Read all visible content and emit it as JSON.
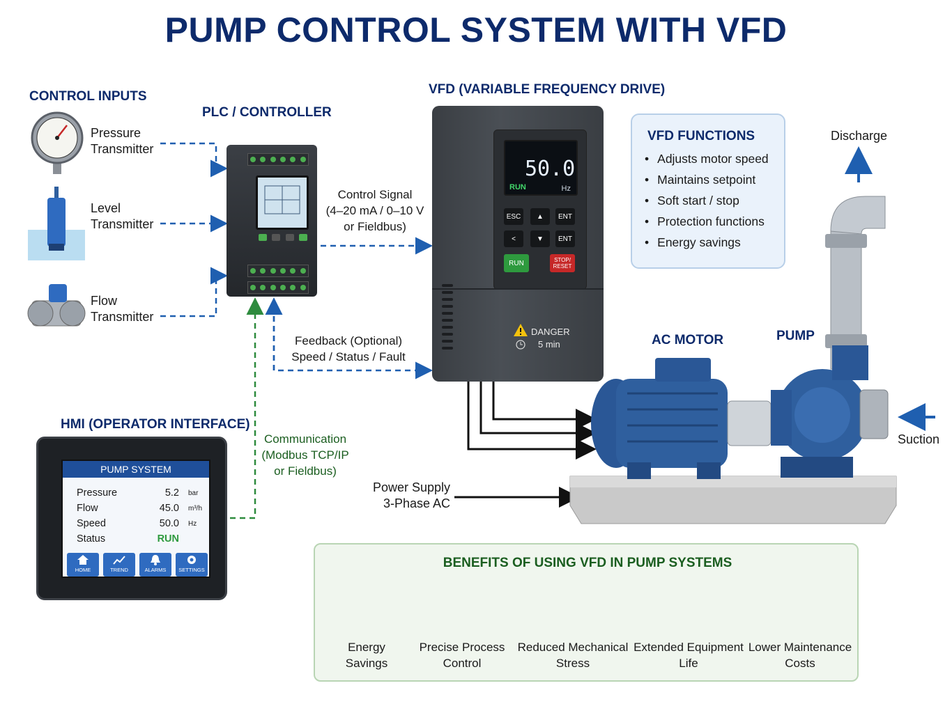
{
  "title": "PUMP CONTROL SYSTEM WITH VFD",
  "sections": {
    "control_inputs": "CONTROL INPUTS",
    "plc": "PLC / CONTROLLER",
    "vfd": "VFD (VARIABLE FREQUENCY DRIVE)",
    "hmi": "HMI (OPERATOR INTERFACE)",
    "ac_motor": "AC MOTOR",
    "pump": "PUMP"
  },
  "inputs": [
    {
      "line1": "Pressure",
      "line2": "Transmitter"
    },
    {
      "line1": "Level",
      "line2": "Transmitter"
    },
    {
      "line1": "Flow",
      "line2": "Transmitter"
    }
  ],
  "signals": {
    "control": [
      "Control Signal",
      "(4–20 mA / 0–10 V",
      "or Fieldbus)"
    ],
    "feedback": [
      "Feedback (Optional)",
      "Speed / Status / Fault"
    ],
    "communication": [
      "Communication",
      "(Modbus TCP/IP",
      "or Fieldbus)"
    ],
    "power": [
      "Power Supply",
      "3-Phase AC"
    ],
    "discharge": "Discharge",
    "suction": "Suction"
  },
  "vfd_display": {
    "value": "50.0",
    "run": "RUN",
    "unit": "Hz",
    "keys": [
      "ESC",
      "ENT",
      "ENT"
    ],
    "run_button": "RUN",
    "stop_button": [
      "STOP/",
      "RESET"
    ],
    "danger": [
      "DANGER",
      "5 min"
    ]
  },
  "vfd_functions": {
    "title": "VFD FUNCTIONS",
    "items": [
      "Adjusts motor speed",
      "Maintains setpoint",
      "Soft start / stop",
      "Protection functions",
      "Energy savings"
    ]
  },
  "hmi": {
    "header": "PUMP SYSTEM",
    "rows": [
      {
        "name": "Pressure",
        "value": "5.2",
        "unit": "bar"
      },
      {
        "name": "Flow",
        "value": "45.0",
        "unit": "m³/h"
      },
      {
        "name": "Speed",
        "value": "50.0",
        "unit": "Hz"
      },
      {
        "name": "Status",
        "value": "RUN",
        "unit": ""
      }
    ],
    "buttons": [
      "HOME",
      "TREND",
      "ALARMS",
      "SETTINGS"
    ]
  },
  "benefits": {
    "title": "BENEFITS OF USING VFD IN PUMP SYSTEMS",
    "items": [
      {
        "line1": "Energy",
        "line2": "Savings",
        "icon": "energy-savings-icon"
      },
      {
        "line1": "Precise Process",
        "line2": "Control",
        "icon": "gauge-icon"
      },
      {
        "line1": "Reduced Mechanical",
        "line2": "Stress",
        "icon": "gear-icon"
      },
      {
        "line1": "Extended Equipment",
        "line2": "Life",
        "icon": "droplet-icon"
      },
      {
        "line1": "Lower Maintenance",
        "line2": "Costs",
        "icon": "tools-icon"
      }
    ]
  },
  "colors": {
    "title": "#0d2a6b",
    "signal_blue": "#1f5fb0",
    "comm_green": "#2e8b3e",
    "benefit_green": "#1b5e20",
    "motor_blue": "#2f5f9e"
  }
}
